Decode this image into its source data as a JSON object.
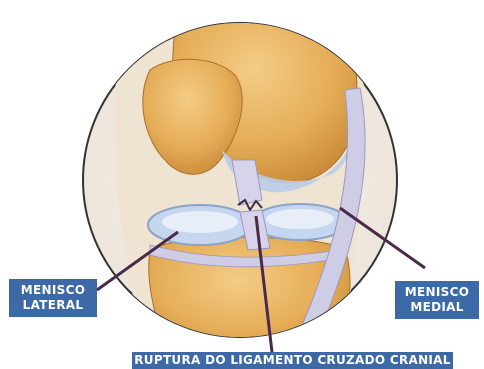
{
  "labels": {
    "lateral_meniscus": [
      "MENISCO",
      "LATERAL"
    ],
    "medial_meniscus": [
      "MENISCO",
      "MEDIAL"
    ],
    "rupture": "RUPTURA DO LIGAMENTO CRUZADO CRANIAL"
  },
  "colors": {
    "label_bg": "#3d6aa6",
    "label_text": "#ffffff",
    "bone": "#e8b15e",
    "ligament": "#c9c8e4",
    "cartilage": "#b9cde8",
    "leader_line": "#4a2a4a"
  },
  "icons": {
    "illustration": "knee-joint-illustration"
  }
}
